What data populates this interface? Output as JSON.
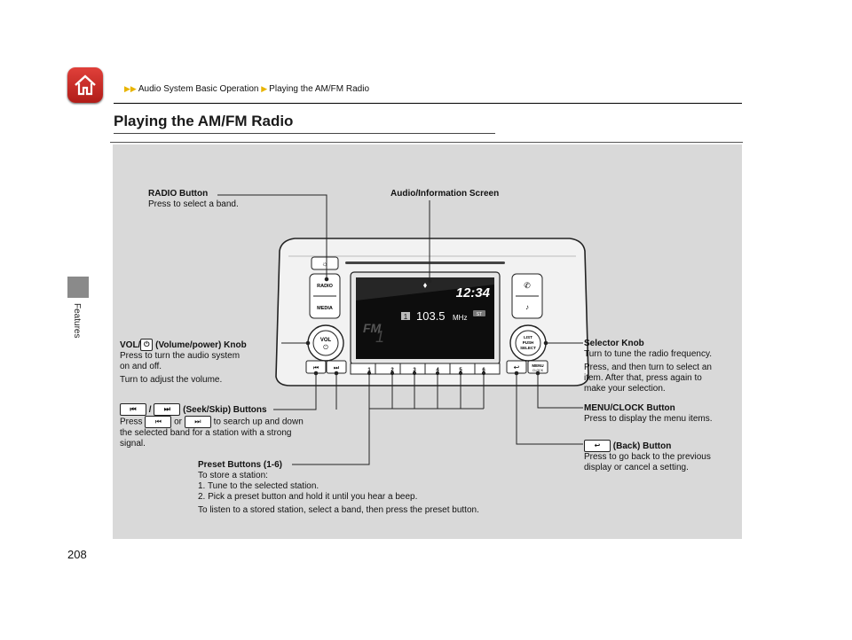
{
  "header": {
    "breadcrumb_1": "Audio System Basic Operation",
    "breadcrumb_2": "Playing the AM/FM Radio",
    "side_label": "Features",
    "page_number": "208"
  },
  "page_title": "Playing the AM/FM Radio",
  "screen": {
    "clock": "12:34",
    "preset_badge": "1",
    "frequency": "103.5",
    "unit": "MHz",
    "band": "FM",
    "band_number": "1",
    "stereo": "ST"
  },
  "unit_labels": {
    "radio": "RADIO",
    "media": "MEDIA",
    "vol": "VOL",
    "list": "LIST",
    "push": "PUSH",
    "select": "SELECT",
    "menu": "MENU",
    "clock": "CLOCK",
    "presets": [
      "1",
      "2",
      "3",
      "4",
      "5",
      "6"
    ]
  },
  "callouts": {
    "radio_title": "RADIO Button",
    "radio_desc": "Press to select a band.",
    "screen_title": "Audio/Information Screen",
    "vol_title_a": "VOL/",
    "vol_title_b": " (Volume/power) Knob",
    "vol_desc_1": "Press to turn the audio system",
    "vol_desc_2": "on and off.",
    "vol_desc_3": "Turn to adjust the volume.",
    "seek_sep": "/",
    "seek_title": " (Seek/Skip) Buttons",
    "seek_press": "Press",
    "seek_or": "or",
    "seek_desc_1": "to search up and down",
    "seek_desc_2": "the selected band for a station with a strong",
    "seek_desc_3": "signal.",
    "preset_title": "Preset Buttons (1-6)",
    "preset_desc_1": "To store a station:",
    "preset_desc_2": "1.  Tune to the selected station.",
    "preset_desc_3": "2.  Pick a preset button and hold it until you hear a beep.",
    "preset_desc_4": "To listen to a stored station, select a band, then press the preset button.",
    "selector_title": "Selector Knob",
    "selector_desc_1": "Turn to tune the radio frequency.",
    "selector_desc_2": "Press, and then turn to select an",
    "selector_desc_3": "item. After that, press again to",
    "selector_desc_4": "make your selection.",
    "menu_title": "MENU/CLOCK Button",
    "menu_desc": "Press to display the menu items.",
    "back_title": " (Back) Button",
    "back_desc_1": "Press to go back to the previous",
    "back_desc_2": "display or cancel a setting."
  }
}
